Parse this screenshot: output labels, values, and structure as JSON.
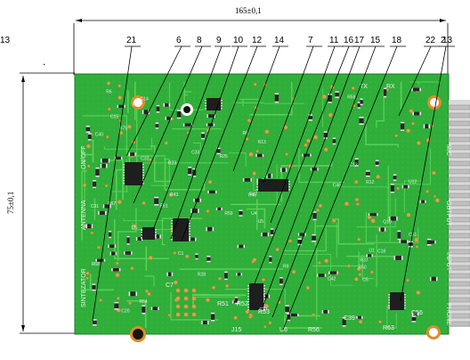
{
  "drawing": {
    "width_dimension": "165±0,1",
    "height_dimension": "75±0,1",
    "dot_mark": "."
  },
  "callouts": [
    "21",
    "6",
    "8",
    "9",
    "10",
    "12",
    "14",
    "7",
    "11",
    "16",
    "17",
    "15",
    "18",
    "22",
    "2",
    "13"
  ],
  "board": {
    "side_labels": [
      "ON/OFF",
      "ANTENNA",
      "SINTEZATOR"
    ],
    "right_labels": [
      "MIC",
      "OUTPUT",
      "INPUT",
      "PHONE"
    ],
    "top_labels": [
      "TX",
      "RX"
    ],
    "bottom_labels": [
      "J15",
      "U6",
      "R56",
      "R53",
      "C39",
      "R63",
      "C56",
      "R51",
      "R52",
      "C7"
    ],
    "component_labels": [
      "C46",
      "R25",
      "U1",
      "C20",
      "Q10",
      "R23",
      "R31",
      "R6",
      "C18",
      "C14",
      "R47",
      "C40",
      "R13",
      "C1",
      "C15",
      "C17",
      "C32",
      "R28",
      "U5",
      "U4",
      "C6",
      "R12",
      "R9",
      "C5",
      "R50",
      "C13",
      "C42",
      "R58",
      "R59",
      "R64",
      "R67",
      "R37",
      "R45",
      "C31",
      "C33",
      "R68",
      "U12",
      "R43",
      "R75",
      "R61",
      "C51",
      "R6"
    ],
    "colors": {
      "board": "#2fae3a",
      "trace": "#59d056",
      "pad": "#d8a24a",
      "ic": "#1e1e1e"
    }
  }
}
